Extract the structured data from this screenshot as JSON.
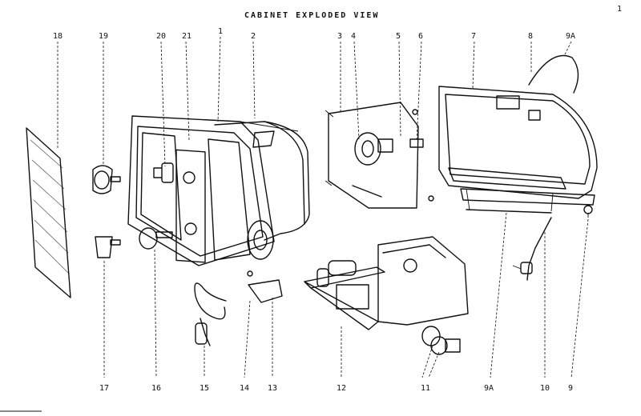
{
  "title": "CABINET EXPLODED VIEW",
  "page_number": "1",
  "top_labels": [
    "18",
    "19",
    "20",
    "21",
    "1",
    "2",
    "3",
    "4",
    "5",
    "6",
    "7",
    "8",
    "9A"
  ],
  "bottom_labels": [
    "17",
    "16",
    "15",
    "14",
    "13",
    "12",
    "11",
    "9A",
    "10",
    "9"
  ]
}
